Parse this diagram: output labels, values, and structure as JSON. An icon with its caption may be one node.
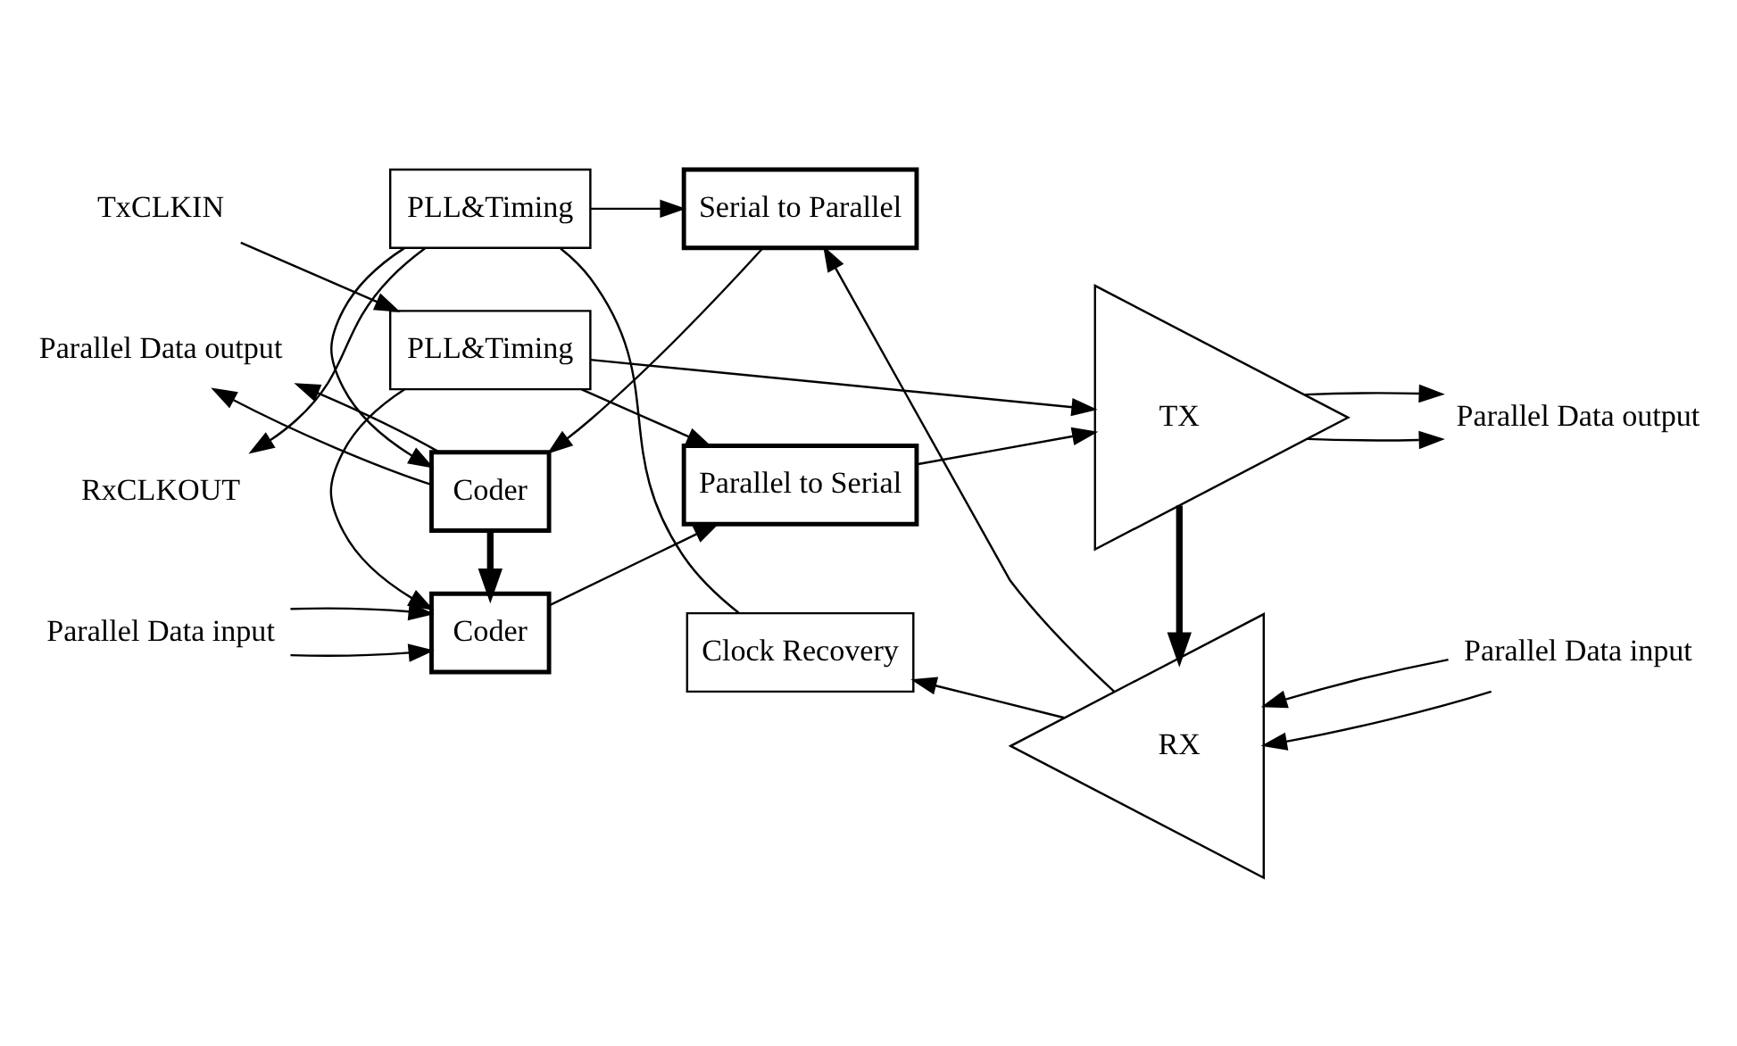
{
  "diagram": {
    "nodes": [
      {
        "text": [
          "Coder"
        ]
      },
      {
        "text": [
          "Parallel to Serial"
        ]
      },
      {
        "text": [
          "TX"
        ]
      },
      {
        "text": [
          "PLL&Timing"
        ]
      },
      {
        "text": [
          "TxCLKIN"
        ]
      },
      {
        "text": [
          "Parallel Data input"
        ]
      },
      {
        "text": [
          "Parallel Data output"
        ]
      },
      {
        "text": [
          "Coder"
        ]
      },
      {
        "text": [
          "Serial to Parallel"
        ]
      },
      {
        "text": [
          "RX"
        ]
      },
      {
        "text": [
          "PLL&Timing"
        ]
      },
      {
        "text": [
          "Clock Recovery"
        ]
      },
      {
        "text": [
          "RxCLKOUT"
        ]
      },
      {
        "text": [
          "Parallel Data output"
        ]
      },
      {
        "text": [
          "Parallel Data input"
        ]
      }
    ],
    "edges": [
      {
        "from": 5,
        "to": 0,
        "arrow": "to"
      },
      {
        "from": 5,
        "to": 0,
        "arrow": "to"
      },
      {
        "from": 0,
        "to": 1,
        "arrow": "to"
      },
      {
        "from": 1,
        "to": 2,
        "arrow": "to"
      },
      {
        "from": 2,
        "to": 6,
        "arrow": "to"
      },
      {
        "from": 2,
        "to": 6,
        "arrow": "to"
      },
      {
        "from": 3,
        "to": 0,
        "arrow": "to"
      },
      {
        "from": 3,
        "to": 1,
        "arrow": "to"
      },
      {
        "from": 3,
        "to": 2,
        "arrow": "to"
      },
      {
        "from": 4,
        "to": 3,
        "arrow": "to"
      },
      {
        "from": 7,
        "to": 0,
        "arrow": "to",
        "style": "thick"
      },
      {
        "from": 2,
        "to": 9,
        "arrow": "to",
        "style": "thick"
      },
      {
        "from": 14,
        "to": 9,
        "arrow": "to"
      },
      {
        "from": 14,
        "to": 9,
        "arrow": "to"
      },
      {
        "from": 9,
        "to": 8,
        "arrow": "to"
      },
      {
        "from": 8,
        "to": 7,
        "arrow": "to"
      },
      {
        "from": 7,
        "to": 13,
        "arrow": "to"
      },
      {
        "from": 7,
        "to": 13,
        "arrow": "to"
      },
      {
        "from": 10,
        "to": 7,
        "arrow": "to"
      },
      {
        "from": 10,
        "to": 8,
        "arrow": "to"
      },
      {
        "from": 9,
        "to": 11,
        "arrow": "to"
      },
      {
        "from": 11,
        "to": 10,
        "arrow": "none"
      },
      {
        "from": 10,
        "to": 12,
        "arrow": "to"
      }
    ]
  }
}
